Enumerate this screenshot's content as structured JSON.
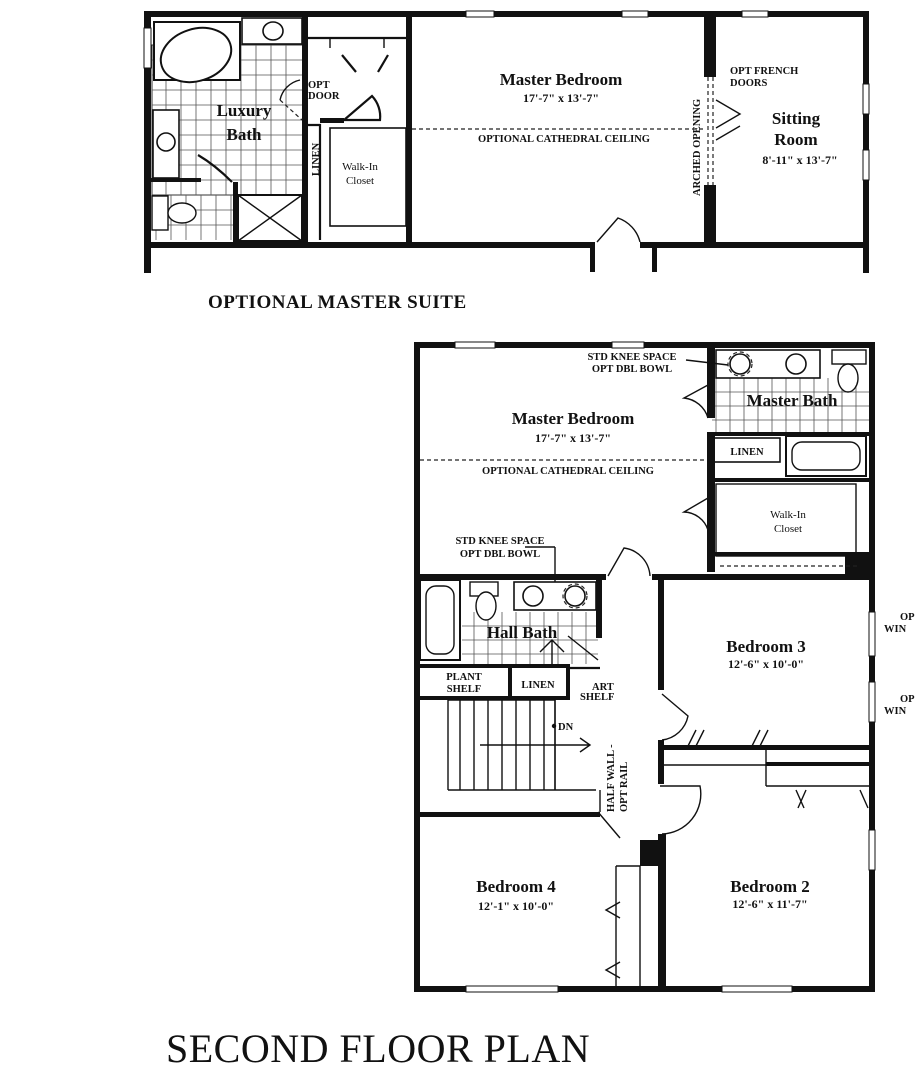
{
  "optional_suite": {
    "title": "OPTIONAL MASTER SUITE",
    "luxury_bath": [
      "Luxury",
      "Bath"
    ],
    "opt_door": [
      "OPT",
      "DOOR"
    ],
    "linen": "LINEN",
    "walk_in_closet": [
      "Walk-In",
      "Closet"
    ],
    "master_bedroom": "Master Bedroom",
    "master_bedroom_dim": "17'-7\" x 13'-7\"",
    "cathedral": "OPTIONAL CATHEDRAL CEILING",
    "arched_opening": "ARCHED OPENING",
    "opt_french_doors": [
      "OPT FRENCH",
      "DOORS"
    ],
    "sitting_room": [
      "Sitting",
      "Room"
    ],
    "sitting_room_dim": "8'-11\" x 13'-7\""
  },
  "second_floor": {
    "title": "SECOND FLOOR PLAN",
    "knee_space_top": [
      "STD KNEE SPACE",
      "OPT DBL BOWL"
    ],
    "master_bath": "Master Bath",
    "master_bedroom": "Master Bedroom",
    "master_bedroom_dim": "17'-7\" x 13'-7\"",
    "cathedral": "OPTIONAL CATHEDRAL CEILING",
    "linen_master": "LINEN",
    "walk_in_closet": [
      "Walk-In",
      "Closet"
    ],
    "knee_space_hall": [
      "STD KNEE SPACE",
      "OPT DBL BOWL"
    ],
    "hall_bath": "Hall Bath",
    "plant_shelf": [
      "PLANT",
      "SHELF"
    ],
    "linen_hall": "LINEN",
    "art_shelf": [
      "ART",
      "SHELF"
    ],
    "dn": "DN",
    "half_wall": [
      "HALF WALL -",
      "OPT RAIL"
    ],
    "bedroom3": "Bedroom 3",
    "bedroom3_dim": "12'-6\" x 10'-0\"",
    "opt_window_1": [
      "OP",
      "WIN"
    ],
    "opt_window_2": [
      "OP",
      "WIN"
    ],
    "bedroom4": "Bedroom 4",
    "bedroom4_dim": "12'-1\" x 10'-0\"",
    "bedroom2": "Bedroom 2",
    "bedroom2_dim": "12'-6\" x 11'-7\""
  }
}
